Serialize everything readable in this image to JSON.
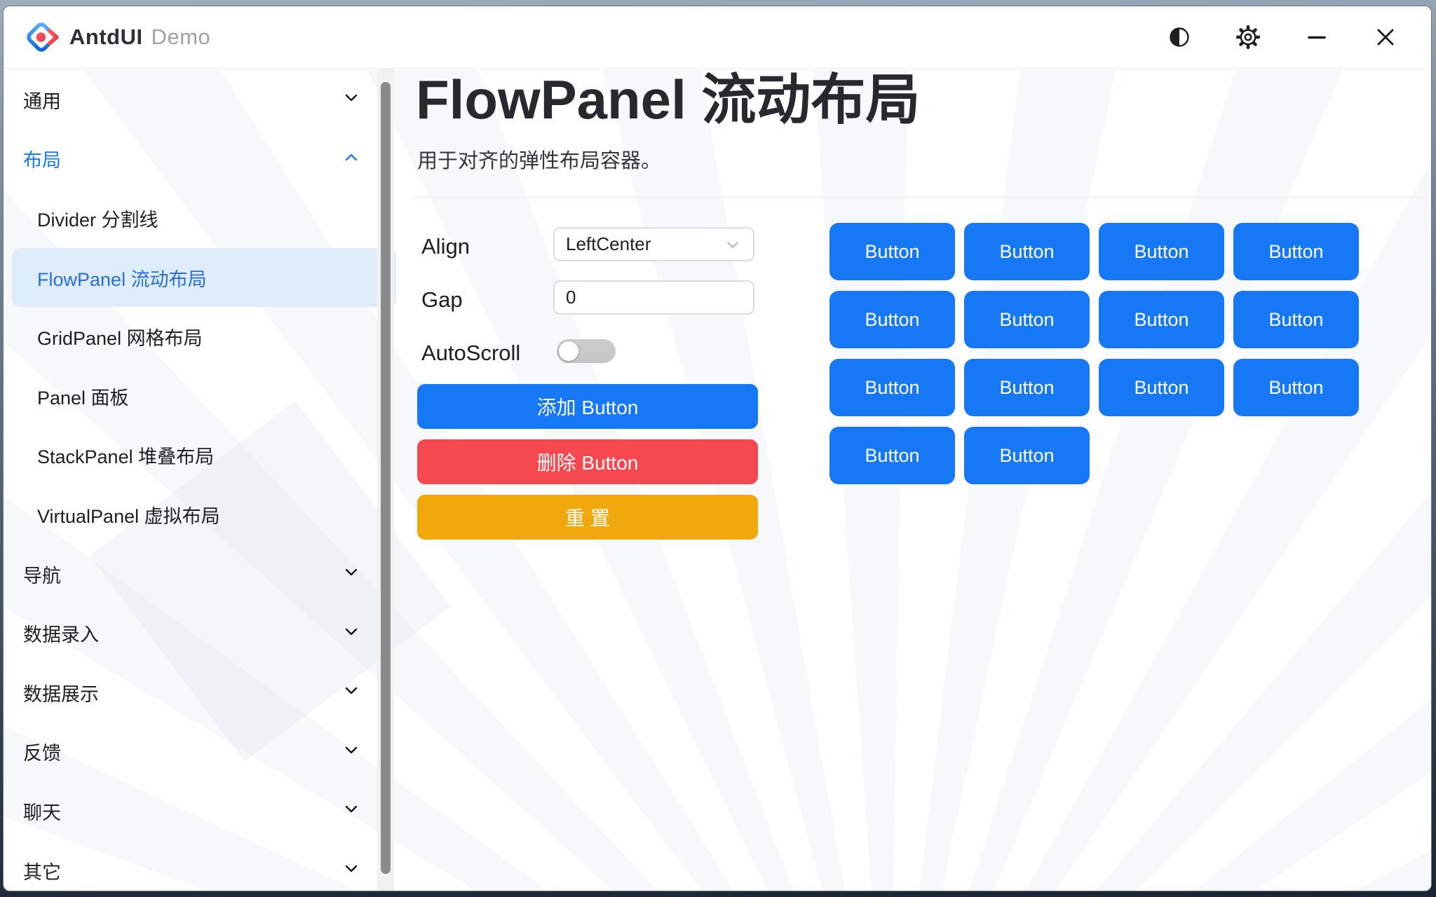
{
  "titlebar": {
    "brand": "AntdUI",
    "suffix": "Demo",
    "actions": [
      {
        "label": "theme-toggle",
        "icon": "half-circle-icon"
      },
      {
        "label": "settings",
        "icon": "gear-icon"
      },
      {
        "label": "minimize",
        "icon": "minimize-icon"
      },
      {
        "label": "close",
        "icon": "close-icon"
      }
    ]
  },
  "sidebar": {
    "items": [
      {
        "label": "通用",
        "type": "group",
        "state": "collapsed"
      },
      {
        "label": "布局",
        "type": "group",
        "state": "expanded"
      },
      {
        "label": "Divider 分割线",
        "type": "child",
        "selected": false
      },
      {
        "label": "FlowPanel 流动布局",
        "type": "child",
        "selected": true
      },
      {
        "label": "GridPanel 网格布局",
        "type": "child",
        "selected": false
      },
      {
        "label": "Panel 面板",
        "type": "child",
        "selected": false
      },
      {
        "label": "StackPanel 堆叠布局",
        "type": "child",
        "selected": false
      },
      {
        "label": "VirtualPanel 虚拟布局",
        "type": "child",
        "selected": false
      },
      {
        "label": "导航",
        "type": "group",
        "state": "collapsed"
      },
      {
        "label": "数据录入",
        "type": "group",
        "state": "collapsed"
      },
      {
        "label": "数据展示",
        "type": "group",
        "state": "collapsed"
      },
      {
        "label": "反馈",
        "type": "group",
        "state": "collapsed"
      },
      {
        "label": "聊天",
        "type": "group",
        "state": "collapsed"
      },
      {
        "label": "其它",
        "type": "group",
        "state": "collapsed"
      }
    ]
  },
  "main": {
    "title": "FlowPanel 流动布局",
    "subtitle": "用于对齐的弹性布局容器。",
    "controls": {
      "align_label": "Align",
      "align_value": "LeftCenter",
      "gap_label": "Gap",
      "gap_value": "0",
      "autoscroll_label": "AutoScroll",
      "autoscroll_on": false
    },
    "actions": {
      "add_label": "添加 Button",
      "remove_label": "删除 Button",
      "reset_label": "重 置"
    },
    "grid": {
      "button_label": "Button",
      "rows": [
        4,
        4,
        4,
        2
      ]
    }
  },
  "colors": {
    "primary": "#1778f6",
    "danger": "#f6494f",
    "warning": "#f0a80d",
    "accent": "#1677ff",
    "selected_bg": "#dfecfa"
  }
}
